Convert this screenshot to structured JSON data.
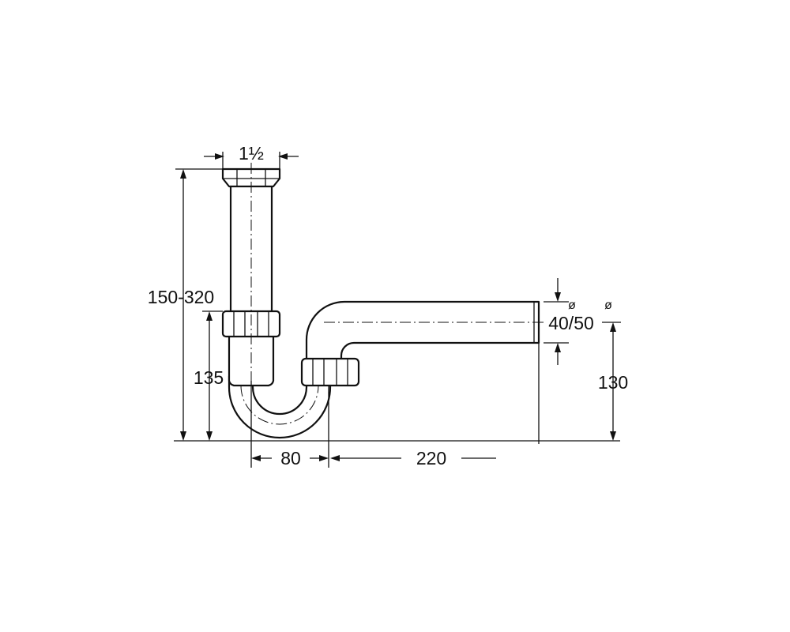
{
  "dimensions": {
    "inlet_size": "1½",
    "total_height": "150-320",
    "inlet_height": "135",
    "trap_width": "80",
    "outlet_length": "220",
    "outlet_height": "130",
    "outlet_diameter": "40/50",
    "diameter_symbol": "ø"
  }
}
